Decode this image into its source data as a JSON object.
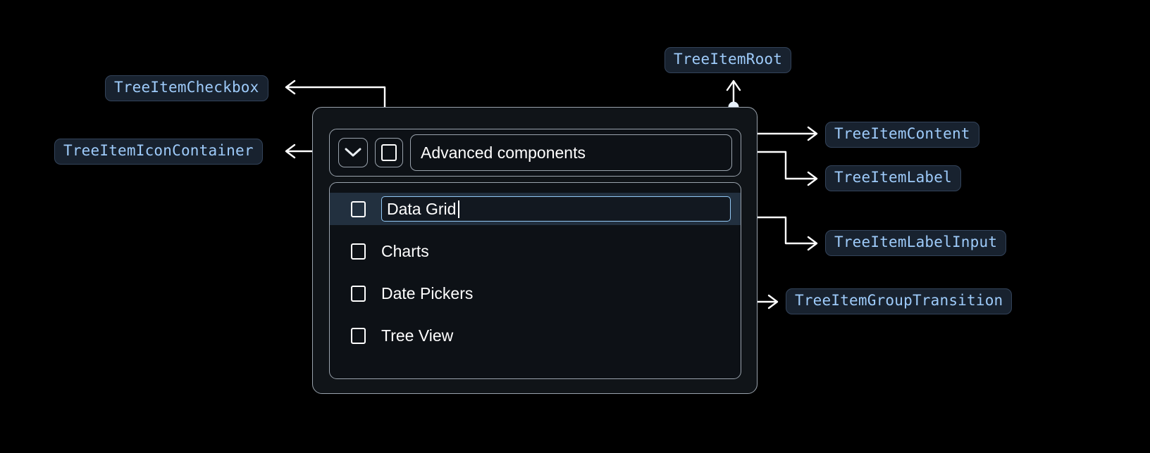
{
  "annotations": [
    {
      "id": "checkbox",
      "label": "TreeItemCheckbox"
    },
    {
      "id": "icon_container",
      "label": "TreeItemIconContainer"
    },
    {
      "id": "root",
      "label": "TreeItemRoot"
    },
    {
      "id": "content",
      "label": "TreeItemContent"
    },
    {
      "id": "label",
      "label": "TreeItemLabel"
    },
    {
      "id": "label_input",
      "label": "TreeItemLabelInput"
    },
    {
      "id": "group_transition",
      "label": "TreeItemGroupTransition"
    }
  ],
  "tree": {
    "parent": {
      "expand_icon": "chevron-down-icon",
      "checkbox_checked": false,
      "label": "Advanced components"
    },
    "children": [
      {
        "label": "Data Grid",
        "checked": false,
        "editing": true,
        "selected": true
      },
      {
        "label": "Charts",
        "checked": false,
        "editing": false,
        "selected": false
      },
      {
        "label": "Date Pickers",
        "checked": false,
        "editing": false,
        "selected": false
      },
      {
        "label": "Tree View",
        "checked": false,
        "editing": false,
        "selected": false
      }
    ]
  },
  "colors": {
    "page_background": "#000000",
    "badge_text": "#9ecbfa",
    "badge_background": "#18222f",
    "badge_border": "#33435a",
    "widget_border": "#9aa3ad",
    "widget_background": "#101418",
    "selected_row": "#22303f",
    "input_border": "#93c9f6",
    "connector": "#ffffff",
    "text": "#ffffff"
  }
}
